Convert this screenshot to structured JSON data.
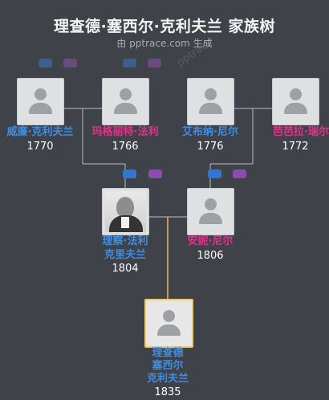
{
  "header": {
    "title": "理查德·塞西尔·克利夫兰 家族树",
    "subtitle": "由 pptrace.com 生成",
    "watermark": "pptrace"
  },
  "people": {
    "p1": {
      "name": "威廉·克利夫兰",
      "year": "1770",
      "gender": "male"
    },
    "p2": {
      "name": "玛格丽特·法利",
      "year": "1766",
      "gender": "female"
    },
    "p3": {
      "name": "艾布纳·尼尔",
      "year": "1776",
      "gender": "male"
    },
    "p4": {
      "name": "芭芭拉·瑞尔",
      "year": "1772",
      "gender": "female"
    },
    "p5": {
      "name_line1": "理察·法利",
      "name_line2": "克里夫兰",
      "year": "1804",
      "gender": "male"
    },
    "p6": {
      "name": "安妮·尼尔",
      "year": "1806",
      "gender": "female"
    },
    "p7": {
      "name_line1": "理查德",
      "name_line2": "塞西尔",
      "name_line3": "克利夫兰",
      "year": "1835",
      "gender": "male"
    }
  },
  "colors": {
    "background": "#3f4249",
    "male": "#3d8ee6",
    "female": "#e2338c",
    "focus_border": "#f3c95f",
    "badge_blue": "#2e77d2",
    "badge_purple": "#8a4bb3"
  }
}
